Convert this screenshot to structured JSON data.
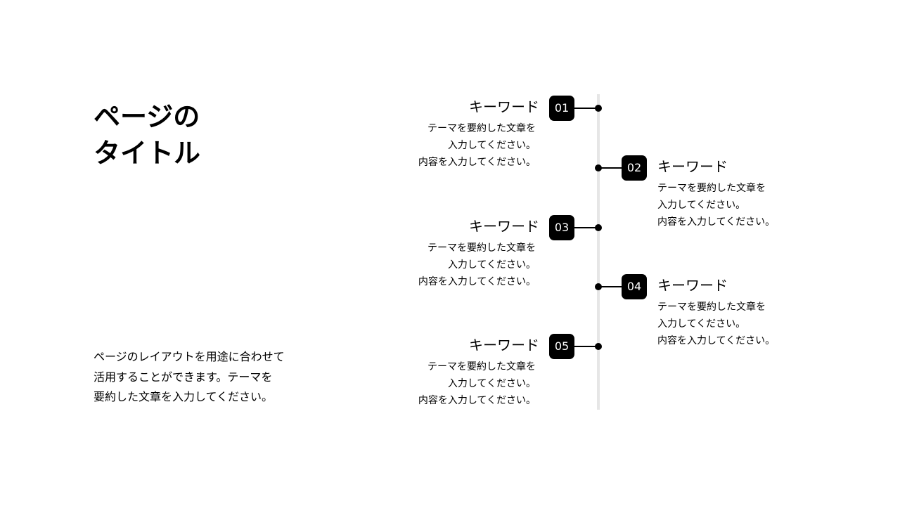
{
  "title": "ページの\nタイトル",
  "description": "ページのレイアウトを用途に合わせて\n活用することができます。テーマを\n要約した文章を入力してください。",
  "timeline": {
    "items": [
      {
        "number": "01",
        "keyword": "キーワード",
        "summary": "テーマを要約した文章を\n入力してください。\n内容を入力してください。",
        "side": "left"
      },
      {
        "number": "02",
        "keyword": "キーワード",
        "summary": "テーマを要約した文章を\n入力してください。\n内容を入力してください。",
        "side": "right"
      },
      {
        "number": "03",
        "keyword": "キーワード",
        "summary": "テーマを要約した文章を\n入力してください。\n内容を入力してください。",
        "side": "left"
      },
      {
        "number": "04",
        "keyword": "キーワード",
        "summary": "テーマを要約した文章を\n入力してください。\n内容を入力してください。",
        "side": "right"
      },
      {
        "number": "05",
        "keyword": "キーワード",
        "summary": "テーマを要約した文章を\n入力してください。\n内容を入力してください。",
        "side": "left"
      }
    ]
  },
  "colors": {
    "text": "#000000",
    "badge_background": "#000000",
    "badge_text": "#ffffff",
    "axis": "#e6e6e6",
    "background": "#ffffff"
  }
}
